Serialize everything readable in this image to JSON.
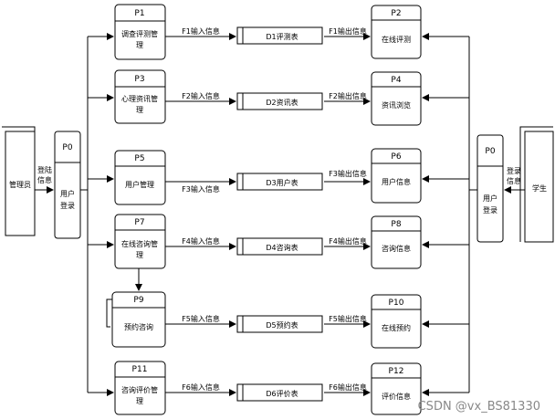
{
  "external": {
    "admin": "管理员",
    "student": "学生"
  },
  "login_labels": {
    "left": [
      "登陆",
      "信息"
    ],
    "right": [
      "登录",
      "信息"
    ]
  },
  "processes": {
    "p0_left": {
      "id": "P0",
      "name": [
        "用户",
        "登录"
      ]
    },
    "p0_right": {
      "id": "P0",
      "name": [
        "用户",
        "登录"
      ]
    },
    "p1": {
      "id": "P1",
      "name": [
        "调查评测管",
        "理"
      ]
    },
    "p3": {
      "id": "P3",
      "name": [
        "心理资讯管",
        "理"
      ]
    },
    "p5": {
      "id": "P5",
      "name": [
        "用户管理"
      ]
    },
    "p7": {
      "id": "P7",
      "name": [
        "在线咨询管",
        "理"
      ]
    },
    "p9": {
      "id": "P9",
      "name": [
        "预约咨询"
      ]
    },
    "p11": {
      "id": "P11",
      "name": [
        "咨询评价管",
        "理"
      ]
    },
    "p2": {
      "id": "P2",
      "name": [
        "在线评测"
      ]
    },
    "p4": {
      "id": "P4",
      "name": [
        "资讯浏览"
      ]
    },
    "p6": {
      "id": "P6",
      "name": [
        "用户信息"
      ]
    },
    "p8": {
      "id": "P8",
      "name": [
        "咨询信息"
      ]
    },
    "p10": {
      "id": "P10",
      "name": [
        "在线预约"
      ]
    },
    "p12": {
      "id": "P12",
      "name": [
        "评价信息"
      ]
    }
  },
  "stores": {
    "d1": "D1评测表",
    "d2": "D2资讯表",
    "d3": "D3用户表",
    "d4": "D4咨询表",
    "d5": "D5预约表",
    "d6": "D6评价表"
  },
  "flows": {
    "in1": "F1输入信息",
    "out1": "F1输出信息",
    "in2": "F2输入信息",
    "out2": "F2输出信息",
    "in3": "F3输入信息",
    "out3": "F3输出信息",
    "in4": "F4输入信息",
    "out4": "F4输出信息",
    "in5": "F5输入信息",
    "out5": "F5输出信息",
    "in6": "F6输入信息",
    "out6": "F6输出信息"
  },
  "watermark": "CSDN @vx_BS81330"
}
